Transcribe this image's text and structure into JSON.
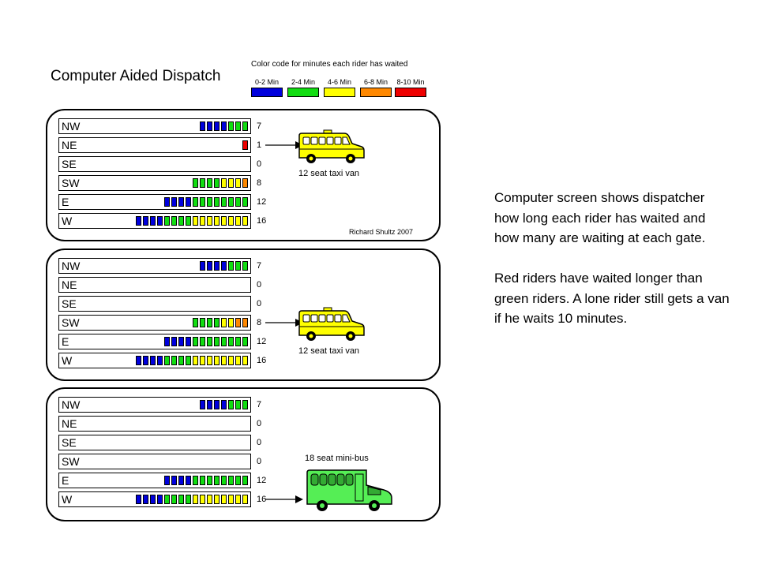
{
  "title": "Computer Aided Dispatch",
  "legend": {
    "title": "Color code for minutes each rider has waited",
    "items": [
      {
        "label": "0-2 Min",
        "color": "#0000dd"
      },
      {
        "label": "2-4 Min",
        "color": "#11dd11"
      },
      {
        "label": "4-6 Min",
        "color": "#ffff00"
      },
      {
        "label": "6-8 Min",
        "color": "#ff8800"
      },
      {
        "label": "8-10 Min",
        "color": "#ee0000"
      }
    ]
  },
  "panels": [
    {
      "rows": [
        {
          "gate": "NW",
          "count": "7",
          "cells": [
            "b",
            "b",
            "b",
            "b",
            "g",
            "g",
            "g"
          ]
        },
        {
          "gate": "NE",
          "count": "1",
          "cells": [
            "r"
          ]
        },
        {
          "gate": "SE",
          "count": "0",
          "cells": []
        },
        {
          "gate": "SW",
          "count": "8",
          "cells": [
            "g",
            "g",
            "g",
            "g",
            "y",
            "y",
            "y",
            "o"
          ]
        },
        {
          "gate": "E",
          "count": "12",
          "cells": [
            "b",
            "b",
            "b",
            "b",
            "g",
            "g",
            "g",
            "g",
            "g",
            "g",
            "g",
            "g"
          ]
        },
        {
          "gate": "W",
          "count": "16",
          "cells": [
            "b",
            "b",
            "b",
            "b",
            "g",
            "g",
            "g",
            "g",
            "y",
            "y",
            "y",
            "y",
            "y",
            "y",
            "y",
            "y"
          ]
        }
      ],
      "arrow_row": 1,
      "vehicle": {
        "type": "van",
        "label": "12 seat taxi van",
        "icon": "yellow-taxi-van-icon"
      },
      "credit": "Richard Shultz 2007"
    },
    {
      "rows": [
        {
          "gate": "NW",
          "count": "7",
          "cells": [
            "b",
            "b",
            "b",
            "b",
            "g",
            "g",
            "g"
          ]
        },
        {
          "gate": "NE",
          "count": "0",
          "cells": []
        },
        {
          "gate": "SE",
          "count": "0",
          "cells": []
        },
        {
          "gate": "SW",
          "count": "8",
          "cells": [
            "g",
            "g",
            "g",
            "g",
            "y",
            "y",
            "o",
            "o"
          ]
        },
        {
          "gate": "E",
          "count": "12",
          "cells": [
            "b",
            "b",
            "b",
            "b",
            "g",
            "g",
            "g",
            "g",
            "g",
            "g",
            "g",
            "g"
          ]
        },
        {
          "gate": "W",
          "count": "16",
          "cells": [
            "b",
            "b",
            "b",
            "b",
            "g",
            "g",
            "g",
            "g",
            "y",
            "y",
            "y",
            "y",
            "y",
            "y",
            "y",
            "y"
          ]
        }
      ],
      "arrow_row": 3,
      "vehicle": {
        "type": "van",
        "label": "12 seat taxi van",
        "icon": "yellow-taxi-van-icon"
      }
    },
    {
      "rows": [
        {
          "gate": "NW",
          "count": "7",
          "cells": [
            "b",
            "b",
            "b",
            "b",
            "g",
            "g",
            "g"
          ]
        },
        {
          "gate": "NE",
          "count": "0",
          "cells": []
        },
        {
          "gate": "SE",
          "count": "0",
          "cells": []
        },
        {
          "gate": "SW",
          "count": "0",
          "cells": []
        },
        {
          "gate": "E",
          "count": "12",
          "cells": [
            "b",
            "b",
            "b",
            "b",
            "g",
            "g",
            "g",
            "g",
            "g",
            "g",
            "g",
            "g"
          ]
        },
        {
          "gate": "W",
          "count": "16",
          "cells": [
            "b",
            "b",
            "b",
            "b",
            "g",
            "g",
            "g",
            "g",
            "y",
            "y",
            "y",
            "y",
            "y",
            "y",
            "y",
            "y"
          ]
        }
      ],
      "arrow_row": 5,
      "vehicle": {
        "type": "bus",
        "label": "18 seat mini-bus",
        "icon": "green-mini-bus-icon"
      }
    }
  ],
  "description": {
    "paragraph1": "Computer screen shows dispatcher how long each rider has waited and how many are waiting at each gate.",
    "paragraph2": "Red riders have waited longer than green riders. A lone rider still gets a van if he waits 10 minutes."
  }
}
